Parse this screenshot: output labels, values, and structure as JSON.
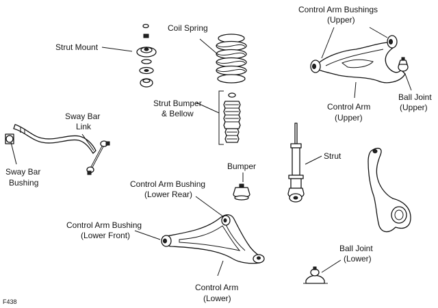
{
  "figure_code": "F438",
  "labels": {
    "strut_mount": "Strut Mount",
    "coil_spring": "Coil Spring",
    "strut_bumper_1": "Strut Bumper",
    "strut_bumper_2": "& Bellow",
    "bushings_upper_1": "Control Arm Bushings",
    "bushings_upper_2": "(Upper)",
    "ball_joint_upper_1": "Ball Joint",
    "ball_joint_upper_2": "(Upper)",
    "control_arm_upper_1": "Control Arm",
    "control_arm_upper_2": "(Upper)",
    "sway_bar_link_1": "Sway Bar",
    "sway_bar_link_2": "Link",
    "sway_bar_bushing_1": "Sway Bar",
    "sway_bar_bushing_2": "Bushing",
    "strut": "Strut",
    "bumper": "Bumper",
    "bushing_lower_rear_1": "Control Arm Bushing",
    "bushing_lower_rear_2": "(Lower Rear)",
    "bushing_lower_front_1": "Control Arm Bushing",
    "bushing_lower_front_2": "(Lower Front)",
    "control_arm_lower_1": "Control Arm",
    "control_arm_lower_2": "(Lower)",
    "ball_joint_lower_1": "Ball Joint",
    "ball_joint_lower_2": "(Lower)"
  }
}
